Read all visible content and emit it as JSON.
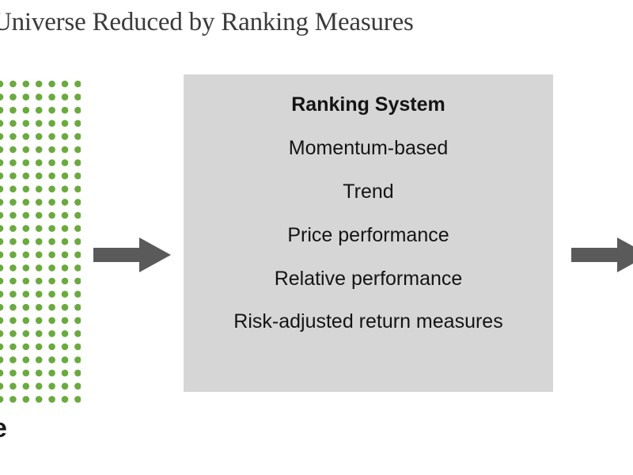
{
  "title": "Universe Reduced by Ranking Measures",
  "universe_label": "e",
  "ranking_system": {
    "heading": "Ranking System",
    "items": [
      "Momentum-based",
      "Trend",
      "Price performance",
      "Relative performance",
      "Risk-adjusted return measures"
    ]
  },
  "colors": {
    "dot": "#6aaa3e",
    "box": "#d6d6d6",
    "arrow": "#5a5a5a"
  },
  "icons": {
    "arrow": "arrow-right-icon"
  }
}
